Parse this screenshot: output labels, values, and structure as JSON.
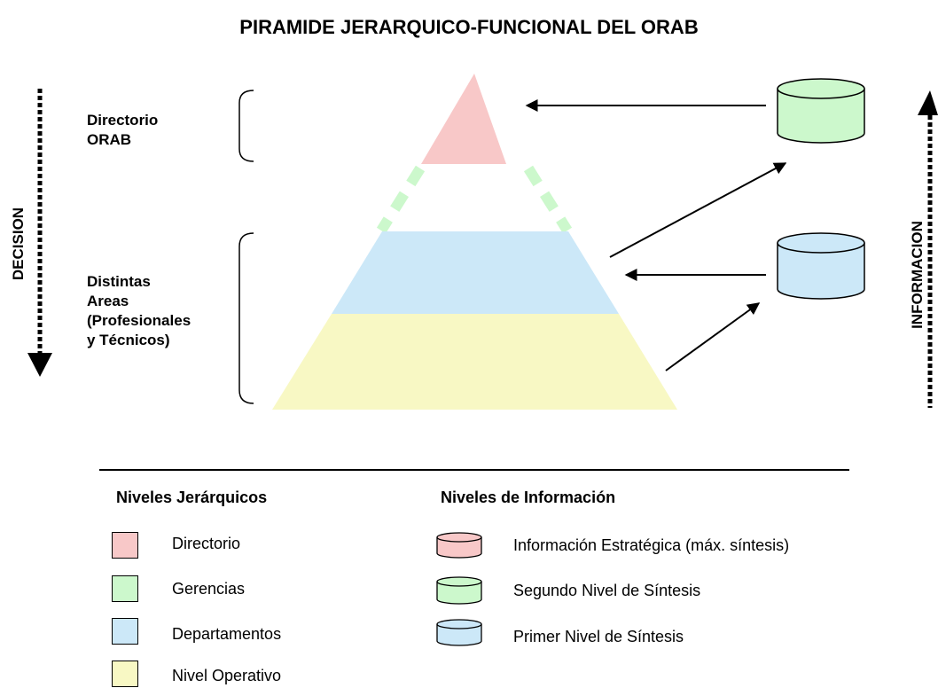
{
  "title": "PIRAMIDE JERARQUICO-FUNCIONAL DEL ORAB",
  "left_axis_label": "DECISION",
  "right_axis_label": "INFORMACION",
  "brackets": {
    "top_label_line1": "Directorio",
    "top_label_line2": "ORAB",
    "bottom_label_line1": "Distintas",
    "bottom_label_line2": "Areas",
    "bottom_label_line3": "(Profesionales",
    "bottom_label_line4": "y Técnicos)"
  },
  "colors": {
    "directorio": "#f8c8c8",
    "gerencias": "#ccf8cc",
    "departamentos": "#cce8f8",
    "operativo": "#f8f8c4"
  },
  "legend": {
    "levels_heading": "Niveles Jerárquicos",
    "levels": [
      {
        "label": "Directorio"
      },
      {
        "label": "Gerencias"
      },
      {
        "label": "Departamentos"
      },
      {
        "label": "Nivel Operativo"
      }
    ],
    "info_heading": "Niveles de Información",
    "info": [
      {
        "label": "Información Estratégica (máx. síntesis)"
      },
      {
        "label": "Segundo Nivel de Síntesis"
      },
      {
        "label": "Primer Nivel de Síntesis"
      }
    ]
  }
}
